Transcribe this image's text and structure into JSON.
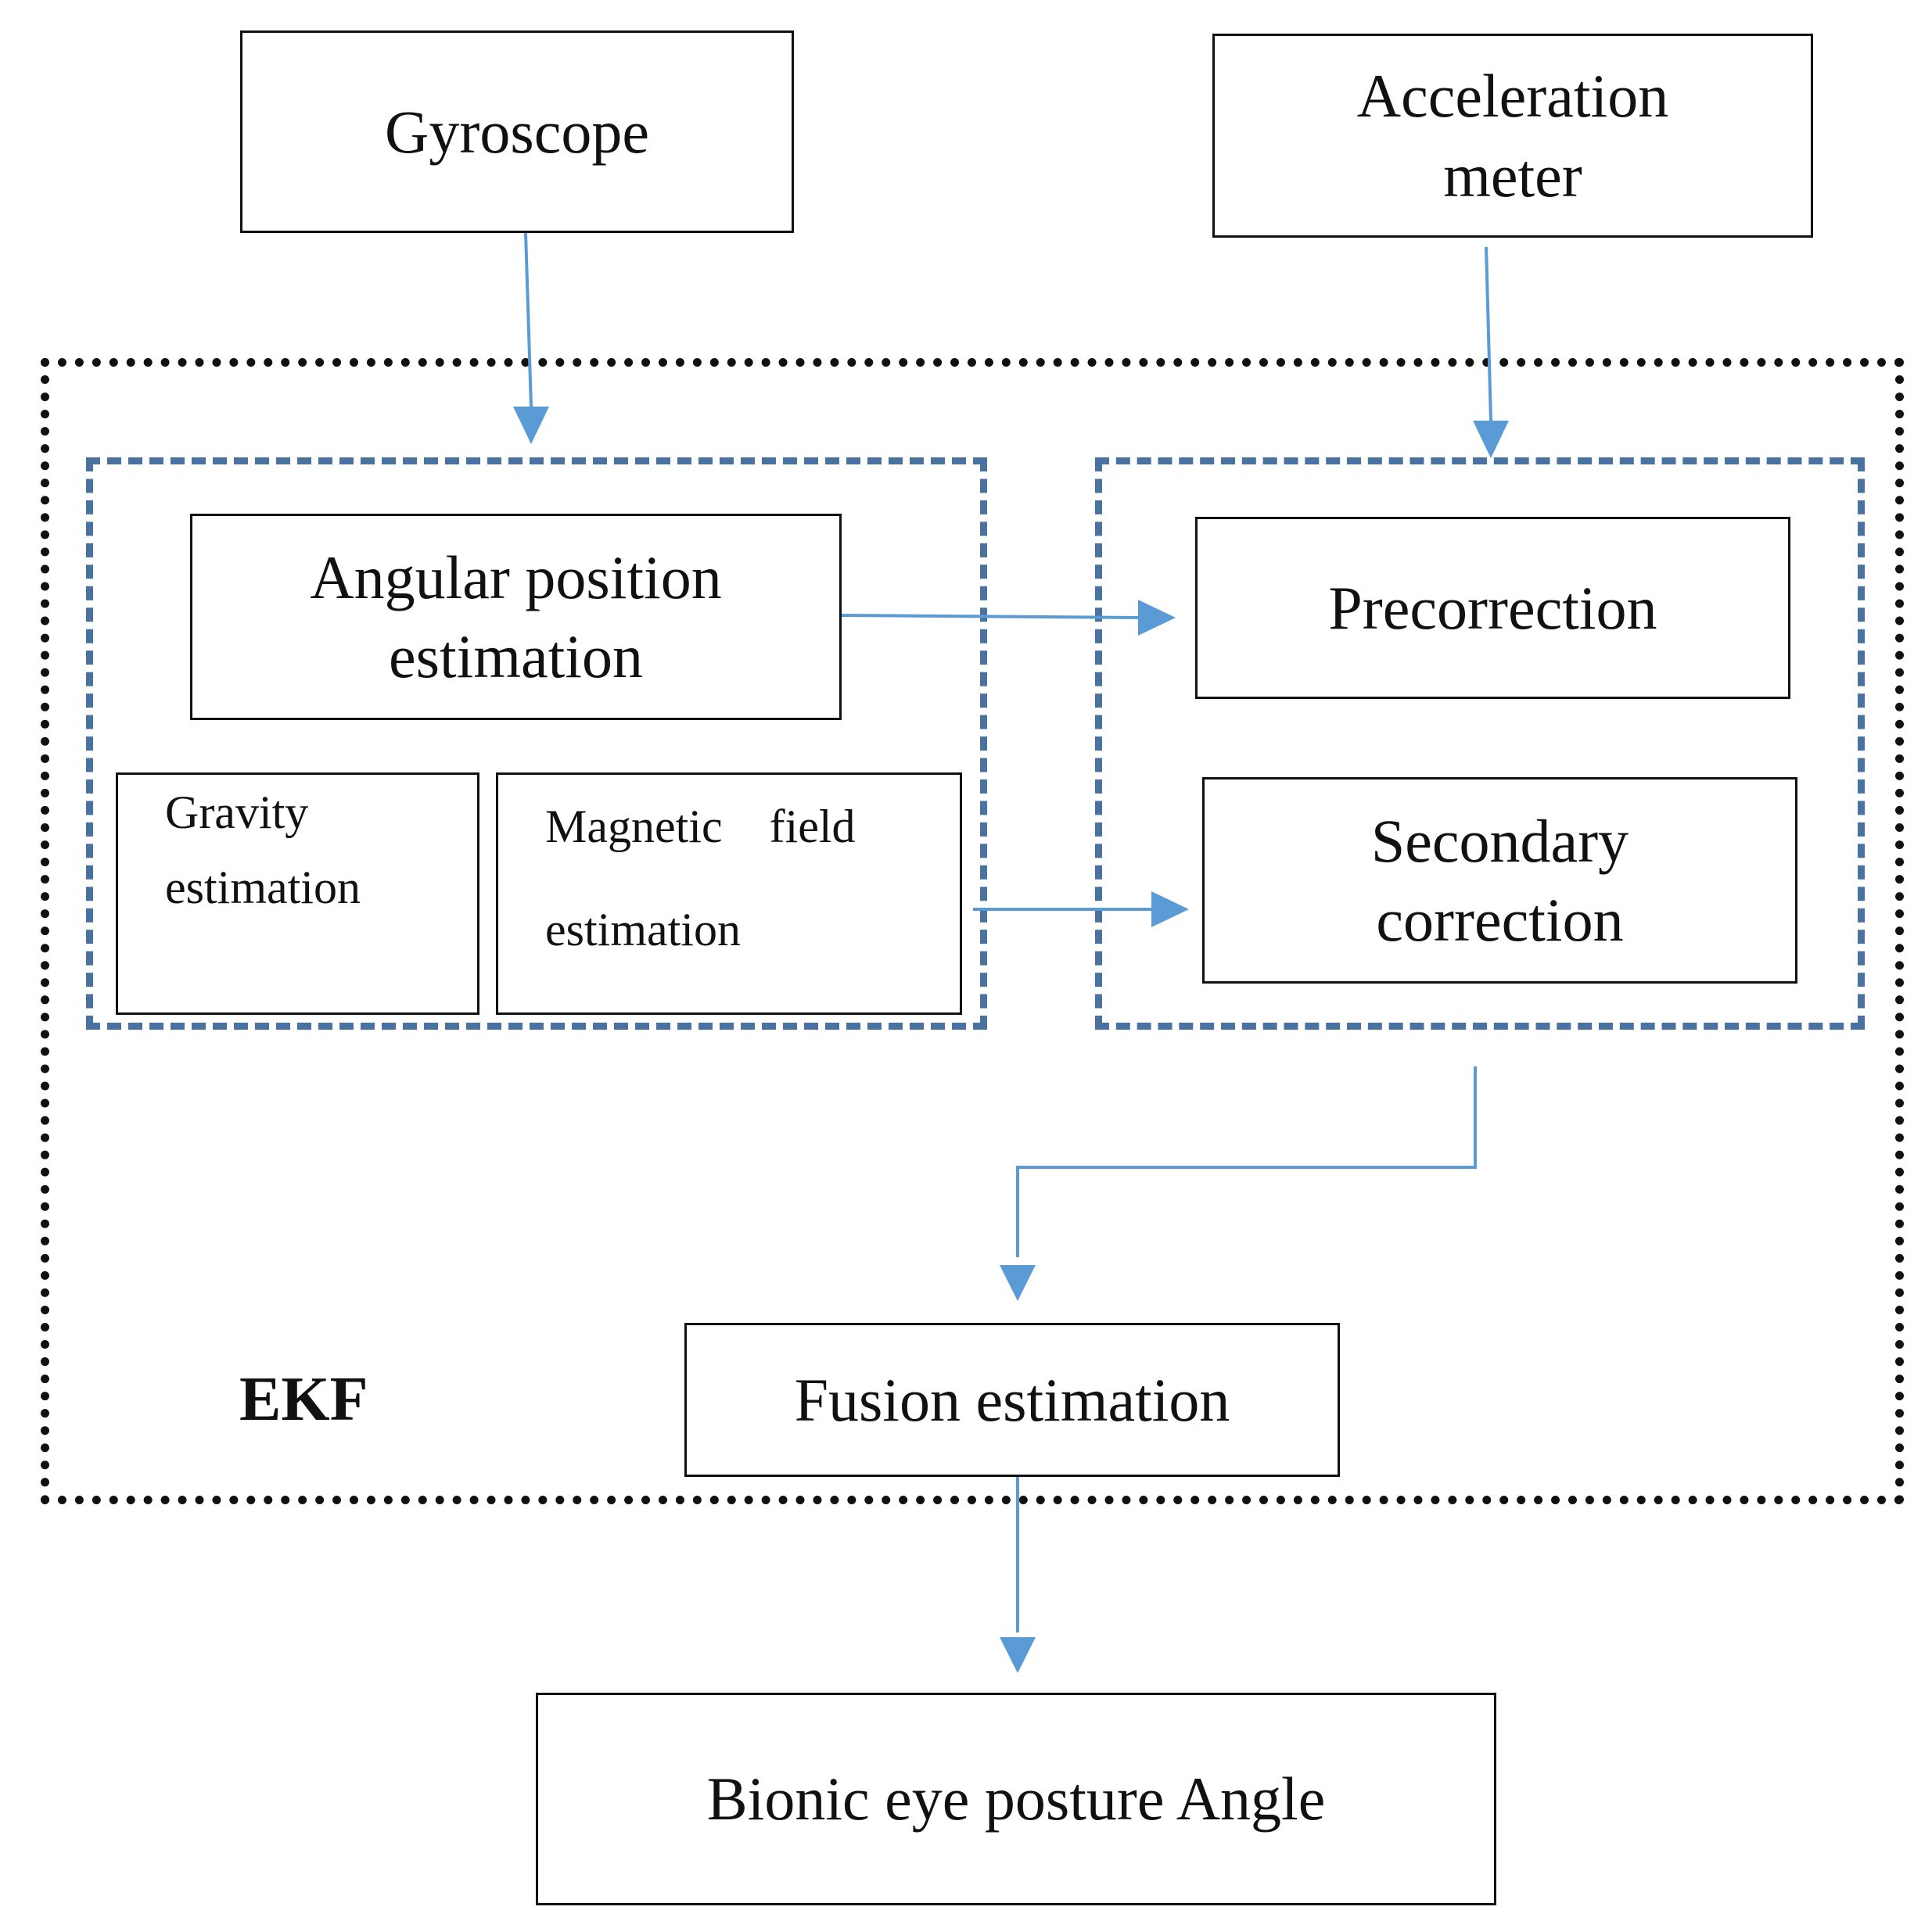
{
  "nodes": {
    "gyroscope": "Gyroscope",
    "acceleration_meter": [
      "Acceleration",
      "meter"
    ],
    "angular_position": [
      "Angular position",
      "estimation"
    ],
    "gravity": [
      "Gravity",
      "estimation"
    ],
    "magnetic": [
      "Magnetic    field",
      "estimation"
    ],
    "precorrection": "Precorrection",
    "secondary": [
      "Secondary",
      "correction"
    ],
    "fusion": "Fusion estimation",
    "output": "Bionic eye posture Angle"
  },
  "frame_label": "EKF",
  "colors": {
    "arrow": "#5b9bd5",
    "dashed_group": "#4a72a0",
    "box_border": "#111111"
  }
}
